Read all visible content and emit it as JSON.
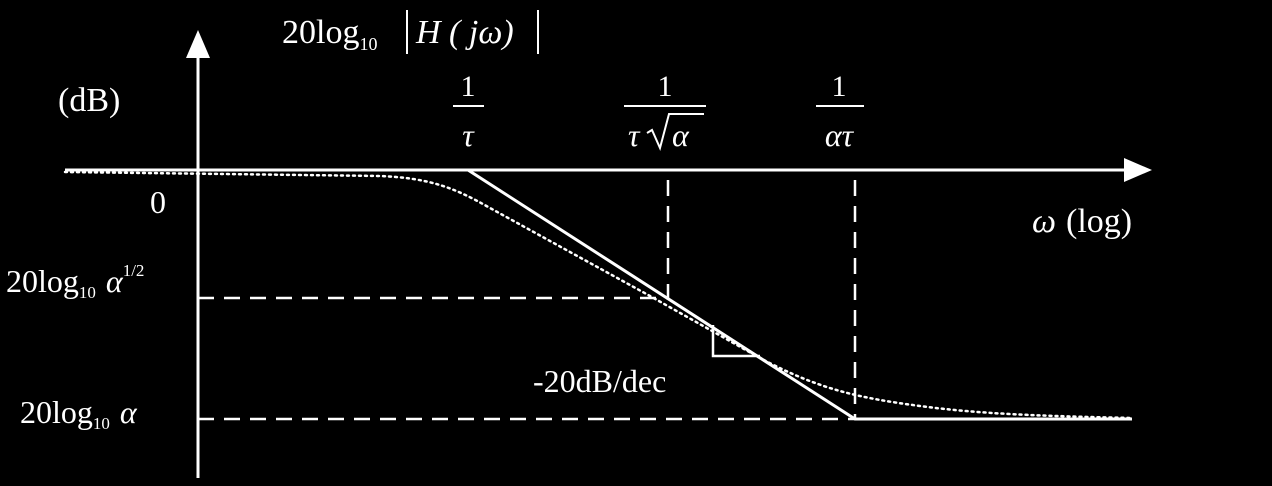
{
  "diagram": {
    "y_axis_title": {
      "prefix": "20log",
      "sub": "10",
      "magnitude": "H ( jω)"
    },
    "y_unit": "(dB)",
    "x_axis_label": {
      "symbol": "ω",
      "unit": "(log)"
    },
    "y_ticks": {
      "zero": "0",
      "mid": {
        "prefix": "20log",
        "sub": "10",
        "symbol": "α",
        "sup": "1/2"
      },
      "low": {
        "prefix": "20log",
        "sub": "10",
        "symbol": "α"
      }
    },
    "x_markers": [
      {
        "numerator": "1",
        "denominator": "τ"
      },
      {
        "numerator": "1",
        "denominator_tau": "τ",
        "denominator_sqrt": "α"
      },
      {
        "numerator": "1",
        "denominator": "ατ"
      }
    ],
    "slope_label": "-20dB/dec",
    "colors": {
      "background": "#000000",
      "foreground": "#ffffff"
    }
  }
}
